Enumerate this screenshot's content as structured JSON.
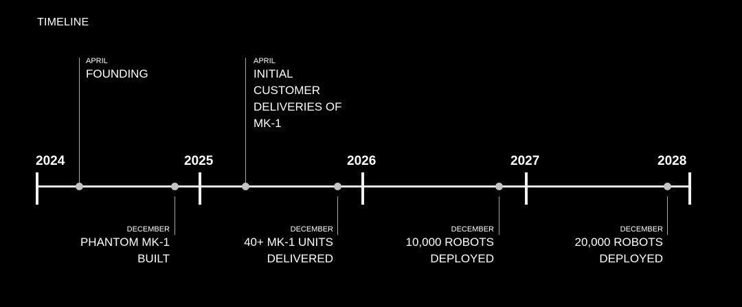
{
  "title": "TIMELINE",
  "years": [
    "2024",
    "2025",
    "2026",
    "2027",
    "2028"
  ],
  "events": [
    {
      "month": "APRIL",
      "lines": [
        "FOUNDING"
      ]
    },
    {
      "month": "DECEMBER",
      "lines": [
        "PHANTOM MK-1",
        "BUILT"
      ]
    },
    {
      "month": "APRIL",
      "lines": [
        "INITIAL",
        "CUSTOMER",
        "DELIVERIES OF",
        "MK-1"
      ]
    },
    {
      "month": "DECEMBER",
      "lines": [
        "40+ MK-1 UNITS",
        "DELIVERED"
      ]
    },
    {
      "month": "DECEMBER",
      "lines": [
        "10,000 ROBOTS",
        "DEPLOYED"
      ]
    },
    {
      "month": "DECEMBER",
      "lines": [
        "20,000 ROBOTS",
        "DEPLOYED"
      ]
    }
  ]
}
